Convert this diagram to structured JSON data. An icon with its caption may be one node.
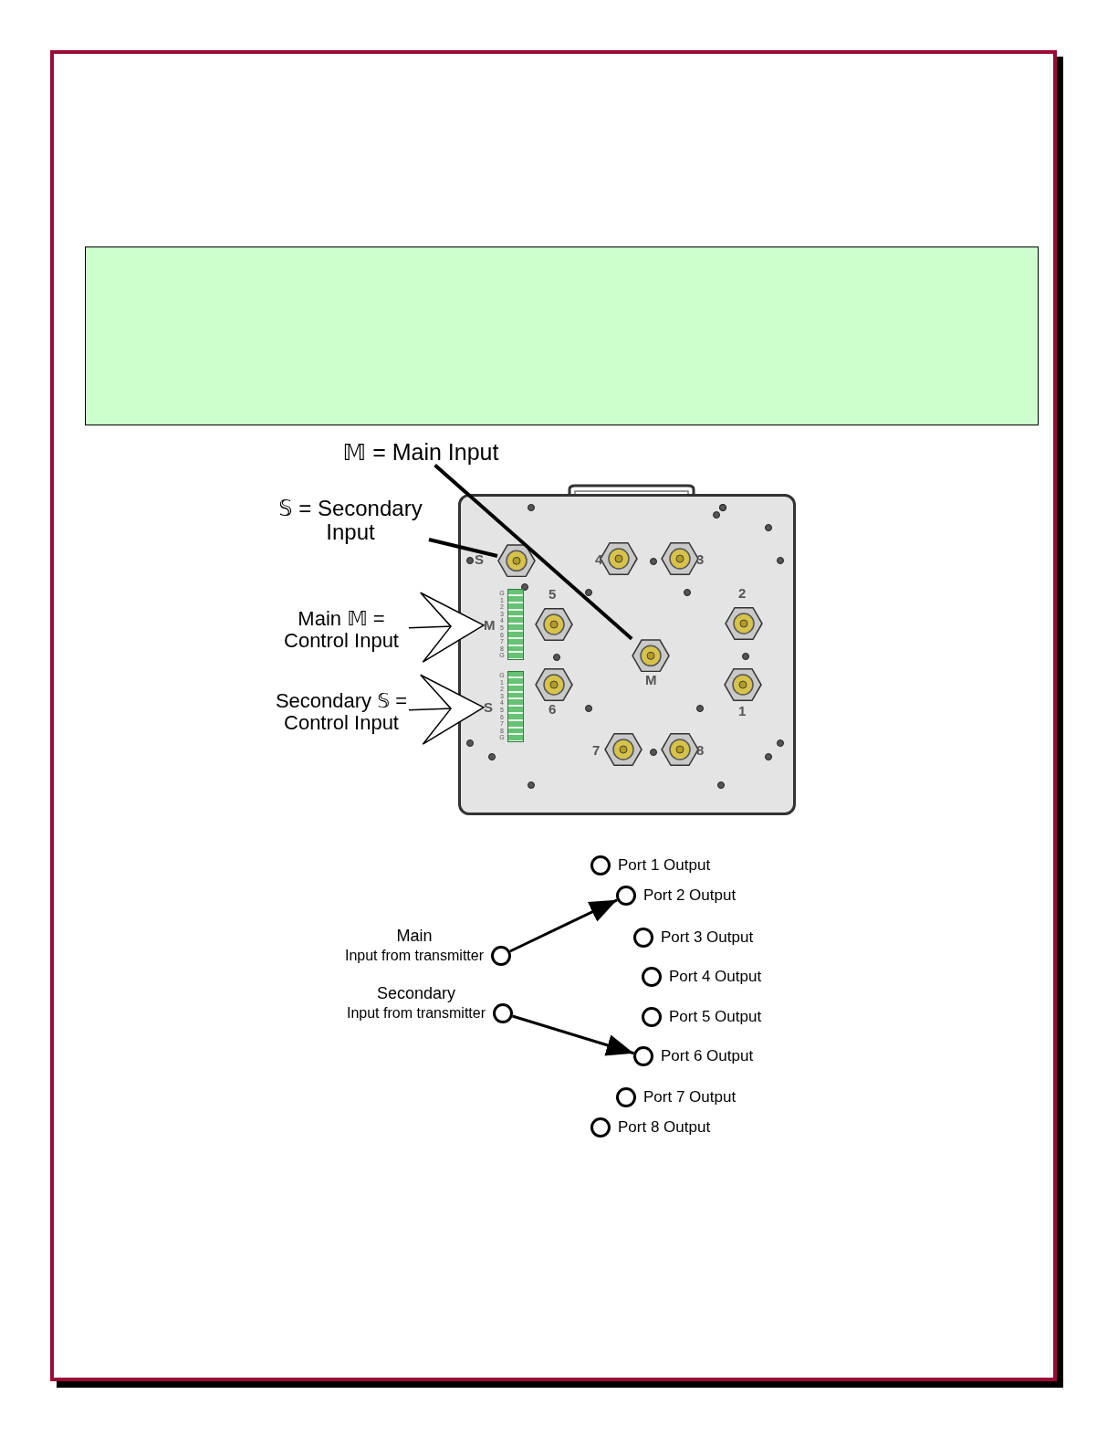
{
  "diagram": {
    "nodes": [
      {
        "text": [
          "𝕄 = Main Input"
        ]
      },
      {
        "text": [
          "𝕊 = Secondary Input"
        ]
      },
      {
        "text": [
          "Main 𝕄 = Control Input"
        ]
      },
      {
        "text": [
          "Secondary 𝕊 = Control Input"
        ]
      },
      {
        "text": [],
        "shape": "box"
      },
      {
        "text": [],
        "shape": "hexagon",
        "beside": [
          "S"
        ],
        "in": 4
      },
      {
        "text": [],
        "shape": "bar",
        "beside": [
          "M",
          "G 1 2 3 4 5 6 7 8 G"
        ],
        "in": 4
      },
      {
        "text": [],
        "shape": "bar",
        "beside": [
          "S",
          "G 1 2 3 4 5 6 7 8 G"
        ],
        "in": 4
      },
      {
        "text": [],
        "shape": "hexagon",
        "beside": [
          "M"
        ],
        "in": 4
      },
      {
        "text": [],
        "shape": "circle",
        "beside": [
          "Port 1 Output"
        ]
      },
      {
        "text": [],
        "shape": "circle",
        "beside": [
          "Port 2 Output"
        ]
      },
      {
        "text": [],
        "shape": "circle",
        "beside": [
          "Port 3 Output"
        ]
      },
      {
        "text": [],
        "shape": "circle",
        "beside": [
          "Main",
          "Input from transmitter"
        ]
      },
      {
        "text": [],
        "shape": "circle",
        "beside": [
          "Port 4 Output"
        ]
      },
      {
        "text": [],
        "shape": "circle",
        "beside": [
          "Port 5 Output"
        ]
      },
      {
        "text": [],
        "shape": "circle",
        "beside": [
          "Secondary",
          "Input from transmitter"
        ]
      },
      {
        "text": [],
        "shape": "circle",
        "beside": [
          "Port 6 Output"
        ]
      },
      {
        "text": [],
        "shape": "circle",
        "beside": [
          "Port 7 Output"
        ]
      },
      {
        "text": [],
        "shape": "circle",
        "beside": [
          "Port 8 Output"
        ]
      }
    ],
    "edges": [
      {
        "from": 0,
        "to": 8,
        "arrow": "none"
      },
      {
        "from": 1,
        "to": 5,
        "arrow": "none"
      },
      {
        "from": 2,
        "to": 6,
        "arrow": "to"
      },
      {
        "from": 3,
        "to": 7,
        "arrow": "to"
      },
      {
        "from": 12,
        "to": 10,
        "arrow": "to"
      },
      {
        "from": 15,
        "to": 16,
        "arrow": "to"
      }
    ],
    "labels": [
      "4",
      "3",
      "5",
      "2",
      "6",
      "1",
      "7",
      "8"
    ]
  }
}
